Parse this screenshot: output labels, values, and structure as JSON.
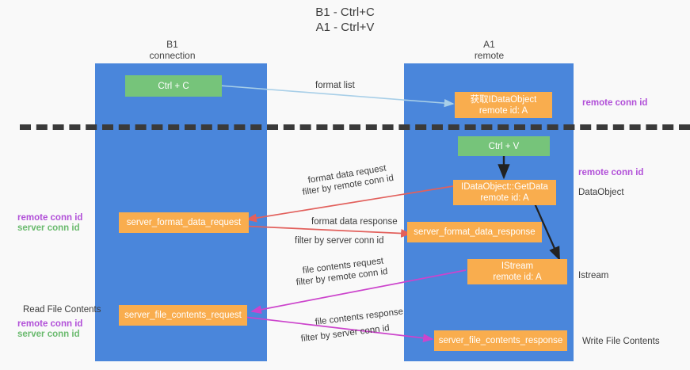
{
  "title": {
    "line1": "B1 - Ctrl+C",
    "line2": "A1 - Ctrl+V"
  },
  "columns": [
    {
      "name": "B1",
      "sub": "connection"
    },
    {
      "name": "A1",
      "sub": "remote"
    }
  ],
  "nodes": {
    "ctrl_c": {
      "label": "Ctrl + C"
    },
    "ctrl_v": {
      "label": "Ctrl + V"
    },
    "get_idataobject": {
      "line1": "获取IDataObject",
      "line2": "remote id: A"
    },
    "getdata": {
      "line1": "IDataObject::GetData",
      "line2": "remote id: A"
    },
    "istream": {
      "line1": "IStream",
      "line2": "remote id: A"
    },
    "server_format_data_request": {
      "label": "server_format_data_request"
    },
    "server_format_data_response": {
      "label": "server_format_data_response"
    },
    "server_file_contents_request": {
      "label": "server_file_contents_request"
    },
    "server_file_contents_response": {
      "label": "server_file_contents_response"
    }
  },
  "edges": {
    "format_list": {
      "label": "format list"
    },
    "format_data_request": {
      "label": "format data request",
      "filter_prefix": "filter by ",
      "filter_key": "remote conn id"
    },
    "format_data_response": {
      "label": "format data response",
      "filter_prefix": "filter by ",
      "filter_key": "server conn id"
    },
    "file_contents_request": {
      "label": "file contents request",
      "filter_prefix": "filter by ",
      "filter_key": "remote conn id"
    },
    "file_contents_response": {
      "label": "file contents response",
      "filter_prefix": "filter by ",
      "filter_key": "server conn id"
    }
  },
  "annotations": {
    "right_top_remote_conn_id": "remote conn id",
    "right_mid_remote_conn_id": "remote conn id",
    "right_dataobject": "DataObject",
    "right_istream": "Istream",
    "right_write_file_contents": "Write File Contents",
    "left_remote_conn_id": "remote conn id",
    "left_server_conn_id": "server conn id",
    "left_read_file_contents": "Read File Contents",
    "left_bottom_remote_conn_id": "remote conn id",
    "left_bottom_server_conn_id": "server conn id"
  },
  "colors": {
    "lane": "#4a86db",
    "node_orange": "#f9ad4e",
    "node_green": "#76c47a",
    "accent_purple": "#b14fd8",
    "accent_green": "#6aba6e",
    "arrow_lightblue": "#a8cfe8",
    "arrow_red": "#e2605c",
    "arrow_magenta": "#cc44cc",
    "arrow_black": "#222222",
    "background": "#f9f9f9"
  }
}
